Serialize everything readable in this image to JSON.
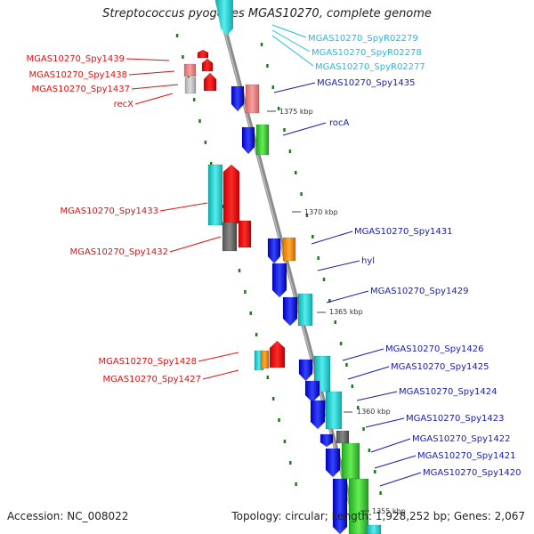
{
  "title": "Streptococcus pyogenes MGAS10270, complete genome",
  "accession_text": "Accession: NC_008022",
  "summary_text": "Topology: circular; Length: 1,928,252 bp; Genes: 2,067",
  "colors": {
    "backbone": "#8a8a8a",
    "left_labels": "#dd1111",
    "right_labels": "#1a1ab0",
    "rna_labels": "#22bbdd",
    "tick": "#1f7a1f"
  },
  "scale_marks": [
    "1375 kbp",
    "1370 kbp",
    "1365 kbp",
    "1360 kbp",
    "1355 kbp"
  ],
  "rna_labels": [
    "MGAS10270_SpyR02279",
    "MGAS10270_SpyR02278",
    "MGAS10270_SpyR02277"
  ],
  "left_labels": [
    "MGAS10270_Spy1439",
    "MGAS10270_Spy1438",
    "MGAS10270_Spy1437",
    "recX",
    "MGAS10270_Spy1433",
    "MGAS10270_Spy1432",
    "MGAS10270_Spy1428",
    "MGAS10270_Spy1427"
  ],
  "right_labels": [
    "MGAS10270_Spy1435",
    "rocA",
    "MGAS10270_Spy1431",
    "hyl",
    "MGAS10270_Spy1429",
    "MGAS10270_Spy1426",
    "MGAS10270_Spy1425",
    "MGAS10270_Spy1424",
    "MGAS10270_Spy1423",
    "MGAS10270_Spy1422",
    "MGAS10270_Spy1421",
    "MGAS10270_Spy1420"
  ]
}
